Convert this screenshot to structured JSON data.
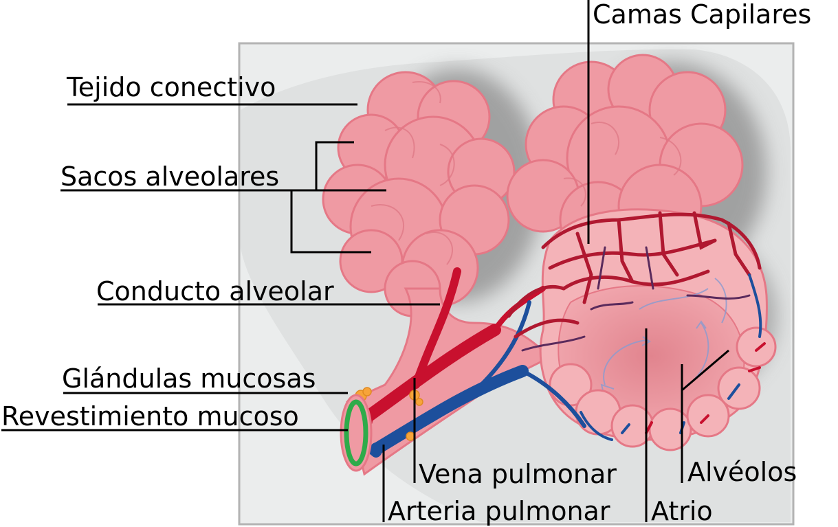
{
  "labels": {
    "tejido_conectivo": "Tejido conectivo",
    "sacos_alveolares": "Sacos alveolares",
    "conducto_alveolar": "Conducto alveolar",
    "glandulas_mucosas": "Glándulas mucosas",
    "revestimiento_mucoso": "Revestimiento mucoso",
    "camas_capilares": "Camas Capilares",
    "vena_pulmonar": "Vena pulmonar",
    "arteria_pulmonar": "Arteria pulmonar",
    "atrio": "Atrio",
    "alveolos": "Alvéolos"
  },
  "colors": {
    "background_panel": "#ebeded",
    "panel_border": "#b3b3b3",
    "shadow": "#8c8c8c",
    "alveolus_fill": "#ef9aa3",
    "alveolus_edge": "#e57886",
    "artery_red": "#c8102e",
    "vein_blue": "#1d4f9c",
    "gland_orange": "#f7a43a",
    "mucosa_green": "#2eab4a",
    "label_text": "#000000"
  }
}
